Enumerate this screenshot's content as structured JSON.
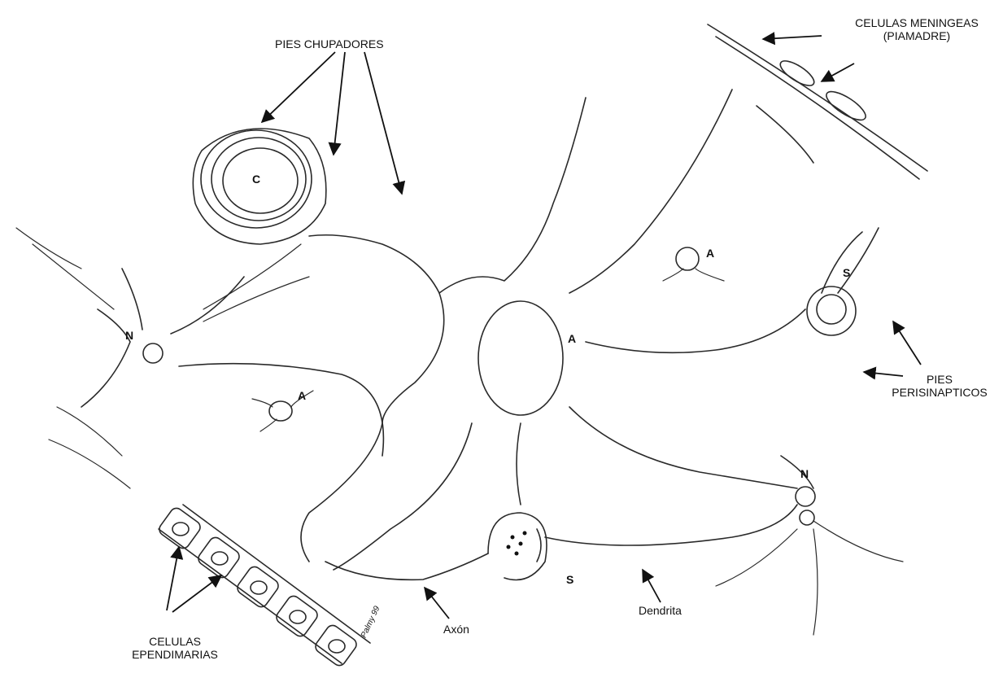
{
  "labels": {
    "pies_chupadores": "PIES CHUPADORES",
    "meningeas_1": "CELULAS MENINGEAS",
    "meningeas_2": "(PIAMADRE)",
    "perisinapticos_1": "PIES",
    "perisinapticos_2": "PERISINAPTICOS",
    "ependimarias_1": "CELULAS",
    "ependimarias_2": "EPENDIMARIAS",
    "axon": "Axón",
    "dendrita": "Dendrita",
    "signature": "Palmy 99"
  },
  "tags": {
    "capillary": "C",
    "astro_center": "A",
    "astro_upper_right": "A",
    "astro_left": "A",
    "neuron_left": "N",
    "neuron_right": "N",
    "synapse_top": "S",
    "synapse_bottom": "S"
  }
}
